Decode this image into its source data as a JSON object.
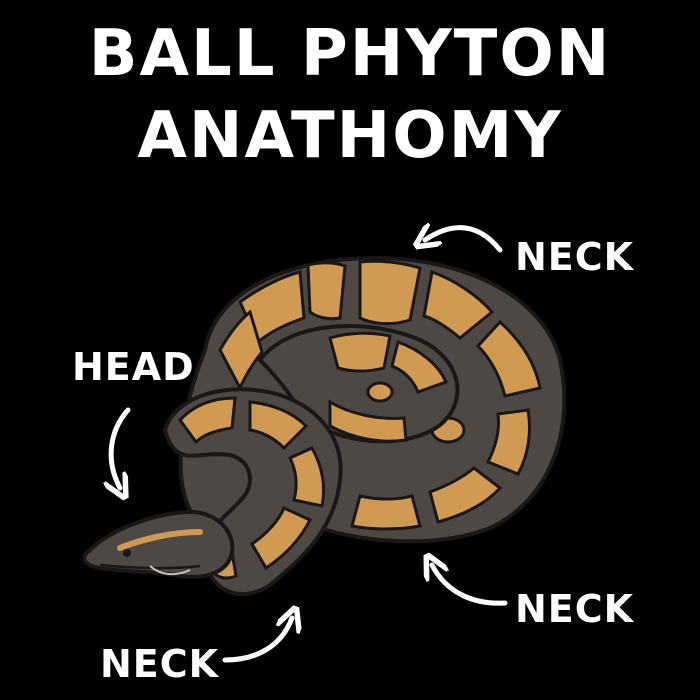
{
  "title": {
    "line1": "BALL PHYTON",
    "line2": "ANATHOMY"
  },
  "labels": {
    "neck_top": "NECK",
    "head": "HEAD",
    "neck_right": "NECK",
    "neck_bottom": "NECK"
  },
  "colors": {
    "background": "#000000",
    "text": "#ffffff",
    "snake_dark": "#4e4844",
    "snake_light": "#d19a52",
    "outline": "#1a1716"
  }
}
